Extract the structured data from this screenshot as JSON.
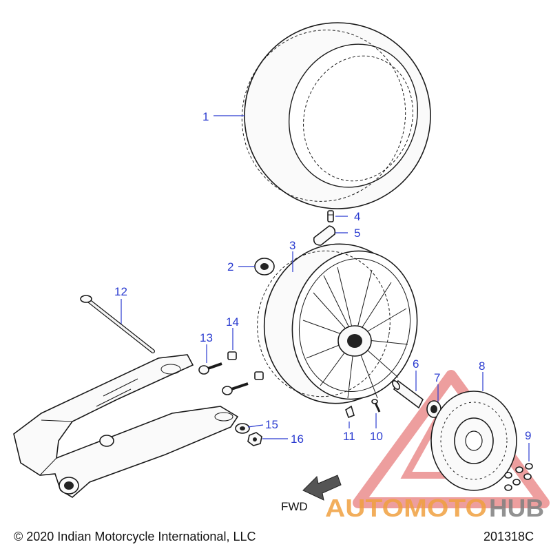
{
  "diagram": {
    "callouts": [
      {
        "id": "1",
        "label": "1"
      },
      {
        "id": "2",
        "label": "2"
      },
      {
        "id": "3",
        "label": "3"
      },
      {
        "id": "4",
        "label": "4"
      },
      {
        "id": "5",
        "label": "5"
      },
      {
        "id": "6",
        "label": "6"
      },
      {
        "id": "7",
        "label": "7"
      },
      {
        "id": "8",
        "label": "8"
      },
      {
        "id": "9",
        "label": "9"
      },
      {
        "id": "10",
        "label": "10"
      },
      {
        "id": "11",
        "label": "11"
      },
      {
        "id": "12",
        "label": "12"
      },
      {
        "id": "13",
        "label": "13"
      },
      {
        "id": "14",
        "label": "14"
      },
      {
        "id": "15",
        "label": "15"
      },
      {
        "id": "16",
        "label": "16"
      }
    ],
    "direction_label": "FWD"
  },
  "footer": {
    "copyright": "© 2020 Indian Motorcycle International, LLC",
    "figure_id": "201318C"
  },
  "watermark": {
    "word_part1": "AUTOMOTO",
    "word_part2": "HUB",
    "color_primary": "#f0a040",
    "color_secondary": "#808080",
    "triangle_color": "#e05050"
  },
  "colors": {
    "callout": "#2a3bd0",
    "line": "#1a1a1a",
    "background": "#ffffff"
  }
}
